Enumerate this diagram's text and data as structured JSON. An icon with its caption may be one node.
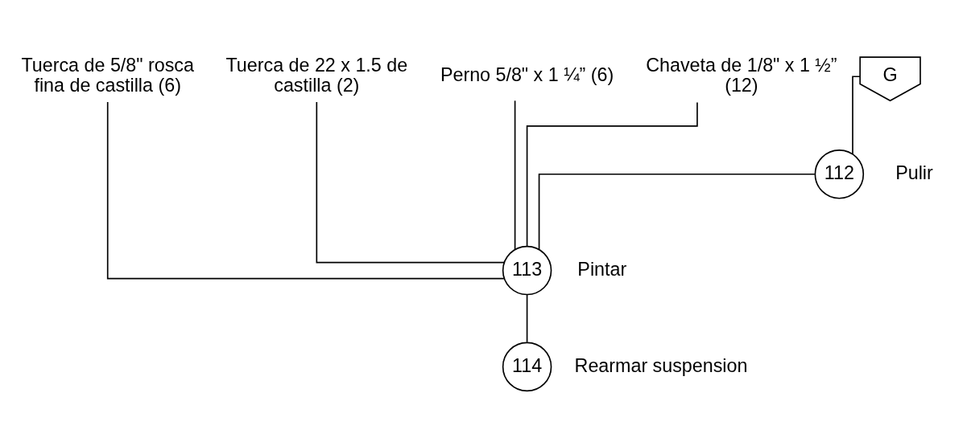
{
  "diagram": {
    "nodes": [
      {
        "text": [
          "Tuerca de 5/8\" rosca fina de castilla (6)"
        ]
      },
      {
        "text": [
          "Tuerca de 22 x 1.5 de castilla (2)"
        ]
      },
      {
        "text": [
          "Perno 5/8\" x 1 ¼” (6)"
        ]
      },
      {
        "text": [
          "Chaveta de 1/8\" x 1 ½” (12)"
        ]
      },
      {
        "text": [
          "G"
        ]
      },
      {
        "text": [
          "112"
        ],
        "beside": [
          "Pulir"
        ]
      },
      {
        "text": [
          "113"
        ],
        "beside": [
          "Pintar"
        ]
      },
      {
        "text": [
          "114"
        ],
        "beside": [
          "Rearmar suspension"
        ]
      }
    ],
    "edges": [
      {
        "from": 4,
        "to": 5,
        "arrow": "none"
      },
      {
        "from": 5,
        "to": 6,
        "arrow": "none"
      },
      {
        "from": 3,
        "to": 6,
        "arrow": "none"
      },
      {
        "from": 2,
        "to": 6,
        "arrow": "none"
      },
      {
        "from": 1,
        "to": 6,
        "arrow": "none"
      },
      {
        "from": 0,
        "to": 6,
        "arrow": "none"
      },
      {
        "from": 6,
        "to": 7,
        "arrow": "none"
      }
    ]
  }
}
